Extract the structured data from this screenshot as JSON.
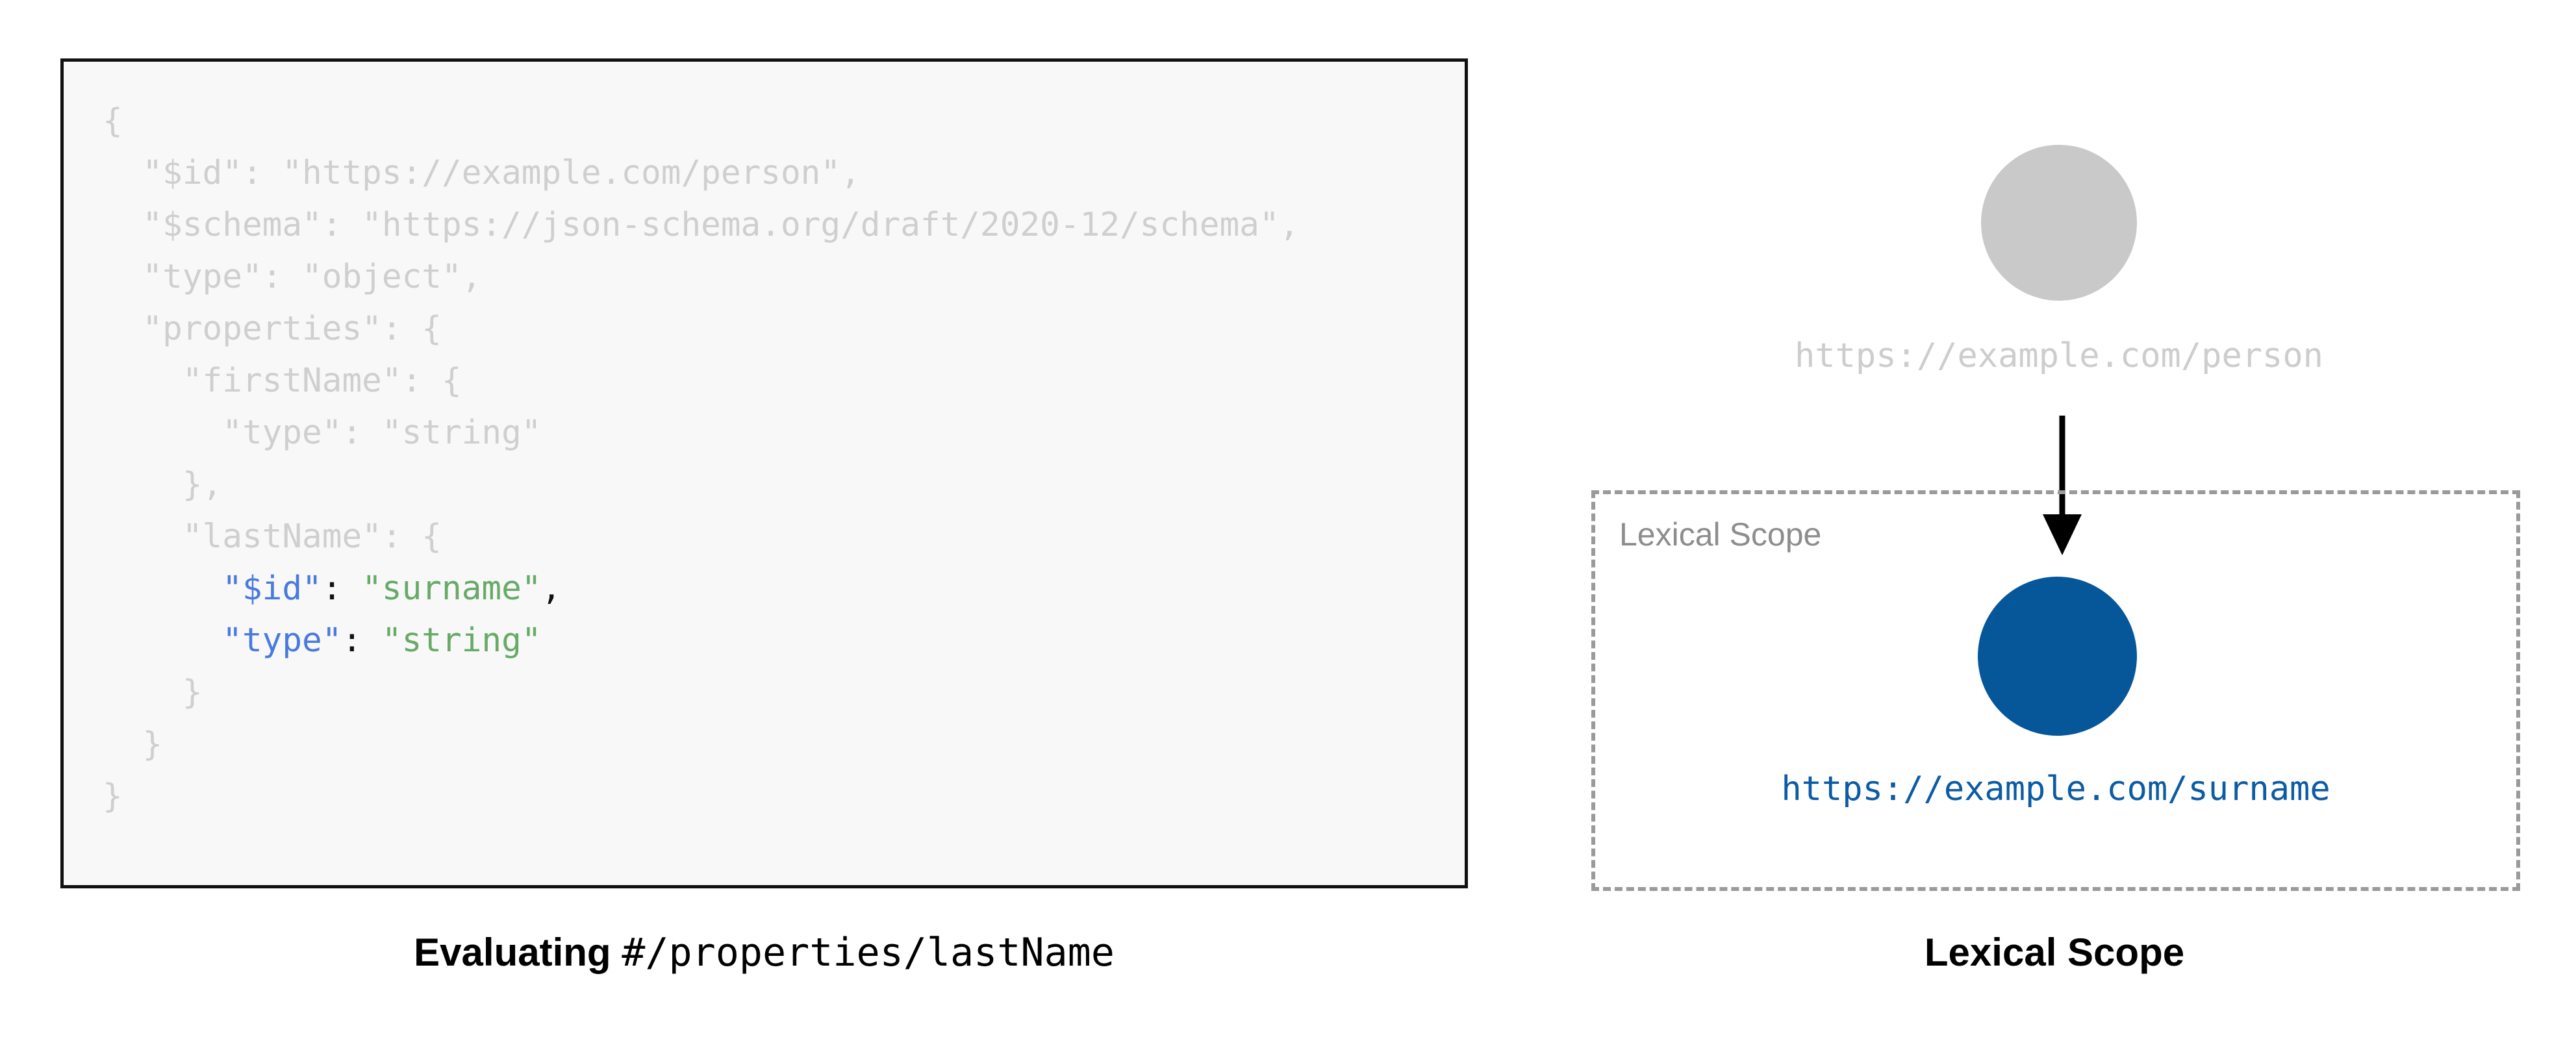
{
  "colors": {
    "code_bg": "#f8f8f8",
    "code_border": "#111111",
    "dim_text": "#cfcfcf",
    "token_key_blue": "#4a7ae0",
    "token_string_green": "#68aa68",
    "token_punctuation": "#111111",
    "root_node_fill": "#c9c9c9",
    "root_node_label": "#cdcdcd",
    "scope_node_fill": "#06569a",
    "scope_node_label": "#0b5ba5",
    "scope_box_border": "#9a9a9a",
    "scope_box_label": "#8d8d8d",
    "arrow": "#000000",
    "caption": "#000000",
    "page_bg": "#ffffff"
  },
  "left_panel": {
    "code": {
      "language": "json",
      "lines": [
        {
          "indent": 0,
          "segments": [
            {
              "text": "{",
              "style": "dim"
            }
          ]
        },
        {
          "indent": 1,
          "segments": [
            {
              "text": "\"$id\": \"https://example.com/person\",",
              "style": "dim"
            }
          ]
        },
        {
          "indent": 1,
          "segments": [
            {
              "text": "\"$schema\": \"https://json-schema.org/draft/2020-12/schema\",",
              "style": "dim"
            }
          ]
        },
        {
          "indent": 1,
          "segments": [
            {
              "text": "\"type\": \"object\",",
              "style": "dim"
            }
          ]
        },
        {
          "indent": 1,
          "segments": [
            {
              "text": "\"properties\": {",
              "style": "dim"
            }
          ]
        },
        {
          "indent": 2,
          "segments": [
            {
              "text": "\"firstName\": {",
              "style": "dim"
            }
          ]
        },
        {
          "indent": 3,
          "segments": [
            {
              "text": "\"type\": \"string\"",
              "style": "dim"
            }
          ]
        },
        {
          "indent": 2,
          "segments": [
            {
              "text": "},",
              "style": "dim"
            }
          ]
        },
        {
          "indent": 2,
          "segments": [
            {
              "text": "\"lastName\": {",
              "style": "dim"
            }
          ]
        },
        {
          "indent": 3,
          "segments": [
            {
              "text": "\"$id\"",
              "style": "key"
            },
            {
              "text": ": ",
              "style": "punc"
            },
            {
              "text": "\"surname\"",
              "style": "str"
            },
            {
              "text": ",",
              "style": "punc"
            }
          ]
        },
        {
          "indent": 3,
          "segments": [
            {
              "text": "\"type\"",
              "style": "key"
            },
            {
              "text": ": ",
              "style": "punc"
            },
            {
              "text": "\"string\"",
              "style": "str"
            }
          ]
        },
        {
          "indent": 2,
          "segments": [
            {
              "text": "}",
              "style": "dim"
            }
          ]
        },
        {
          "indent": 1,
          "segments": [
            {
              "text": "}",
              "style": "dim"
            }
          ]
        },
        {
          "indent": 0,
          "segments": [
            {
              "text": "}",
              "style": "dim"
            }
          ]
        }
      ]
    },
    "caption": {
      "bold_text": "Evaluating",
      "mono_text": "#/properties/lastName"
    }
  },
  "right_panel": {
    "root_node": {
      "label": "https://example.com/person",
      "shape": "circle"
    },
    "arrow": {
      "direction": "down",
      "icon": "down-arrow-icon"
    },
    "lexical_scope": {
      "box_label": "Lexical Scope",
      "node": {
        "label": "https://example.com/surname",
        "shape": "circle"
      }
    },
    "caption": "Lexical Scope"
  }
}
